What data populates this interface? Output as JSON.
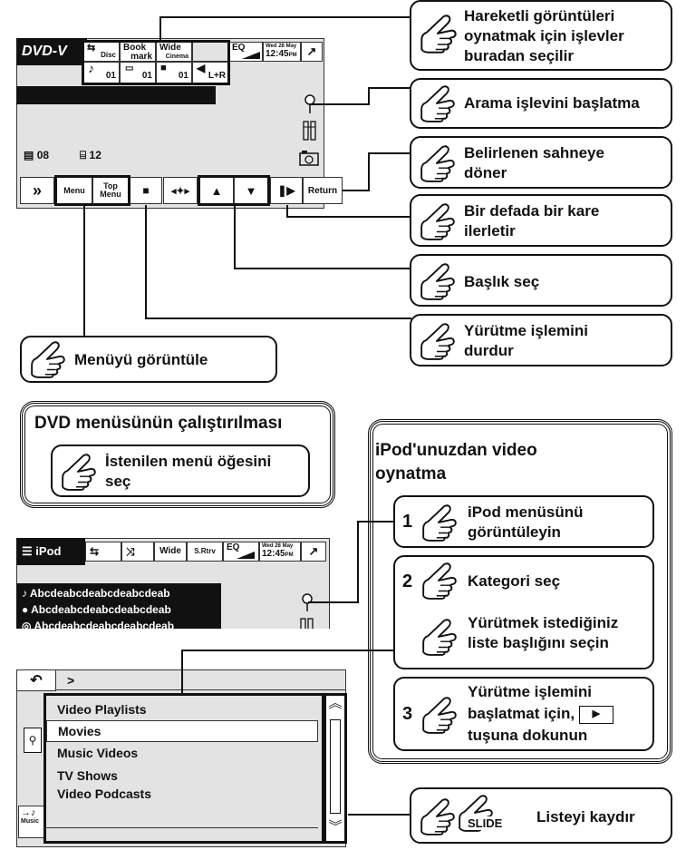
{
  "dvd_screen": {
    "source_label": "DVD-V",
    "toolbar": {
      "disc_label": "Disc",
      "bookmark_top": "Book",
      "bookmark_bottom": "mark",
      "wide_top": "Wide",
      "wide_bottom": "Cinema",
      "eq_label": "EQ",
      "date": "Wed 28 May",
      "time": "12:45",
      "ampm": "PM",
      "audio_value": "01",
      "subtitle_value": "01",
      "angle_value": "01",
      "lr_value": "L+R"
    },
    "chapter_count": "08",
    "title_count": "12",
    "buttons": {
      "menu": "Menu",
      "top_menu_1": "Top",
      "top_menu_2": "Menu",
      "return": "Return"
    }
  },
  "callouts": {
    "select_functions": [
      "Hareketli görüntüleri",
      "oynatmak için işlevler",
      "buradan seçilir"
    ],
    "start_search": "Arama işlevini başlatma",
    "return_scene": [
      "Belirlenen sahneye",
      "döner"
    ],
    "frame_advance": [
      "Bir defada bir kare",
      "ilerletir"
    ],
    "select_title": "Başlık seç",
    "stop_playback": [
      "Yürütme işlemini",
      "durdur"
    ],
    "show_menu": "Menüyü görüntüle"
  },
  "dvd_menu_box": {
    "title": "DVD menüsünün çalıştırılması",
    "instruction": [
      "İstenilen menü öğesini",
      "seç"
    ]
  },
  "ipod_box": {
    "title": [
      "iPod'unuzdan video",
      "oynatma"
    ],
    "steps": [
      {
        "number": "1",
        "text": [
          "iPod menüsünü",
          "görüntüleyin"
        ]
      },
      {
        "number": "2",
        "text": [
          "Kategori seç"
        ],
        "text2": [
          "Yürütmek istediğiniz",
          "liste başlığını seçin"
        ]
      },
      {
        "number": "3",
        "text": [
          "Yürütme işlemini",
          "başlatmat için,",
          "tuşuna dokunun"
        ]
      }
    ]
  },
  "ipod_screen": {
    "source_label": "iPod",
    "wide": "Wide",
    "srtrv": "S.Rtrv",
    "eq": "EQ",
    "date": "Wed 28 May",
    "time": "12:45",
    "ampm": "PM",
    "track_rows": [
      "Abcdeabcdeabcdeabcdeab",
      "Abcdeabcdeabcdeabcdeab",
      "Abcdeabcdeabcdeabcdeab"
    ]
  },
  "list_screen": {
    "path": ">",
    "items": [
      "Video Playlists",
      "Movies",
      "Music Videos",
      "TV Shows",
      "Video Podcasts"
    ],
    "selected_index": 1,
    "music_label": "Music"
  },
  "scroll_callout": {
    "slide_label": "SLIDE",
    "text": "Listeyi kaydır"
  }
}
